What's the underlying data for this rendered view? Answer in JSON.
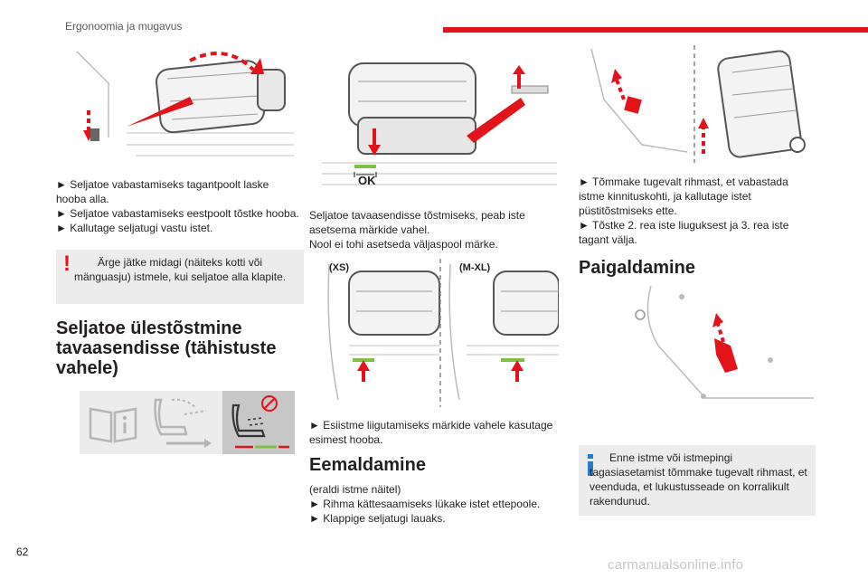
{
  "header": {
    "title": "Ergonoomia ja mugavus",
    "accent_color": "#e3131b"
  },
  "page_number": "62",
  "watermark": "carmanualsonline.info",
  "col1": {
    "steps": [
      "► Seljatoe vabastamiseks tagantpoolt laske hooba alla.",
      "► Seljatoe vabastamiseks eestpoolt tõstke hooba.",
      "► Kallutage seljatugi vastu istet."
    ],
    "warning": {
      "icon": "warning-exclamation-icon",
      "text": "Ärge jätke midagi (näiteks kotti või mänguasju) istmele, kui seljatoe alla klapite."
    },
    "heading": "Seljatoe ülestõstmine tavaasendisse (tähistuste vahele)",
    "icon_strip": [
      "manual-book-icon",
      "seat-recline-icon",
      "no-leaning-seat-icon"
    ]
  },
  "col2": {
    "figure_label": "OK",
    "note": [
      "Seljatoe tavaasendisse tõstmiseks, peab iste asetsema märkide vahel.",
      "Nool ei tohi asetseda väljaspool märke."
    ],
    "variant_labels": [
      "(XS)",
      "(M-XL)"
    ],
    "step": "► Esiistme liigutamiseks märkide vahele kasutage esimest hooba.",
    "heading": "Eemaldamine",
    "sub": "(eraldi istme näitel)",
    "steps": [
      "► Rihma kättesaamiseks lükake istet ettepoole.",
      "► Klappige seljatugi lauaks."
    ]
  },
  "col3": {
    "steps": [
      "► Tõmmake tugevalt rihmast, et vabastada istme kinnituskohti, ja kallutage istet püstitõstmiseks ette.",
      "► Tõstke 2. rea iste liuguksest ja 3. rea iste tagant välja."
    ],
    "heading": "Paigaldamine",
    "info": {
      "icon": "info-icon",
      "text": "Enne istme või istmepingi tagasiasetamist tõmmake tugevalt rihmast, et veenduda, et lukustusseade on korralikult rakendunud."
    }
  },
  "colors": {
    "warning_red": "#e3131b",
    "info_blue": "#2a7bc4",
    "box_gray": "#ececec",
    "ok_green": "#7cc242"
  }
}
